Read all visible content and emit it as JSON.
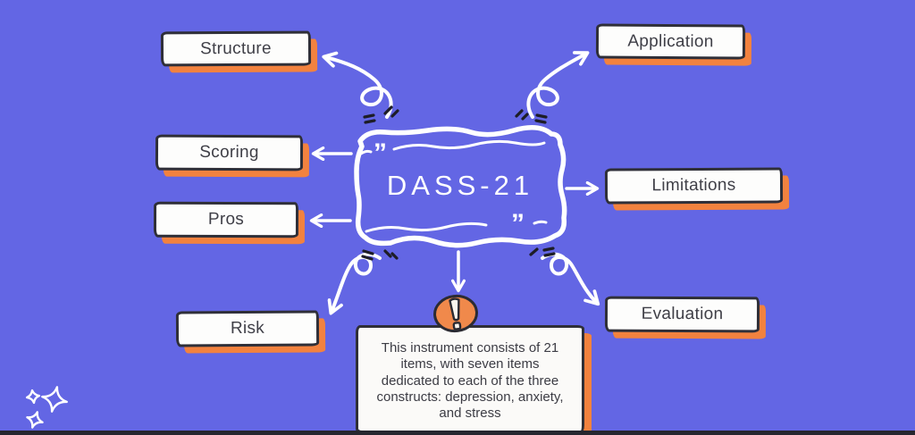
{
  "canvas": {
    "background_color": "#6366E4",
    "accent_color": "#F2823F",
    "outline_color": "#2F2F38",
    "bottom_bar_color": "#26262F"
  },
  "center": {
    "label": "DASS-21",
    "quote_glyph": "”"
  },
  "nodes": {
    "structure": {
      "label": "Structure"
    },
    "application": {
      "label": "Application"
    },
    "scoring": {
      "label": "Scoring"
    },
    "limitations": {
      "label": "Limitations"
    },
    "pros": {
      "label": "Pros"
    },
    "risk": {
      "label": "Risk"
    },
    "evaluation": {
      "label": "Evaluation"
    }
  },
  "note": {
    "icon": "exclamation-icon",
    "lines": [
      "This instrument consists of 21",
      "items, with seven items",
      "dedicated to each of the three",
      "constructs: depression, anxiety,",
      "and stress"
    ],
    "text": "This instrument consists of 21 items, with seven items dedicated to each of the three constructs: depression, anxiety, and stress"
  }
}
